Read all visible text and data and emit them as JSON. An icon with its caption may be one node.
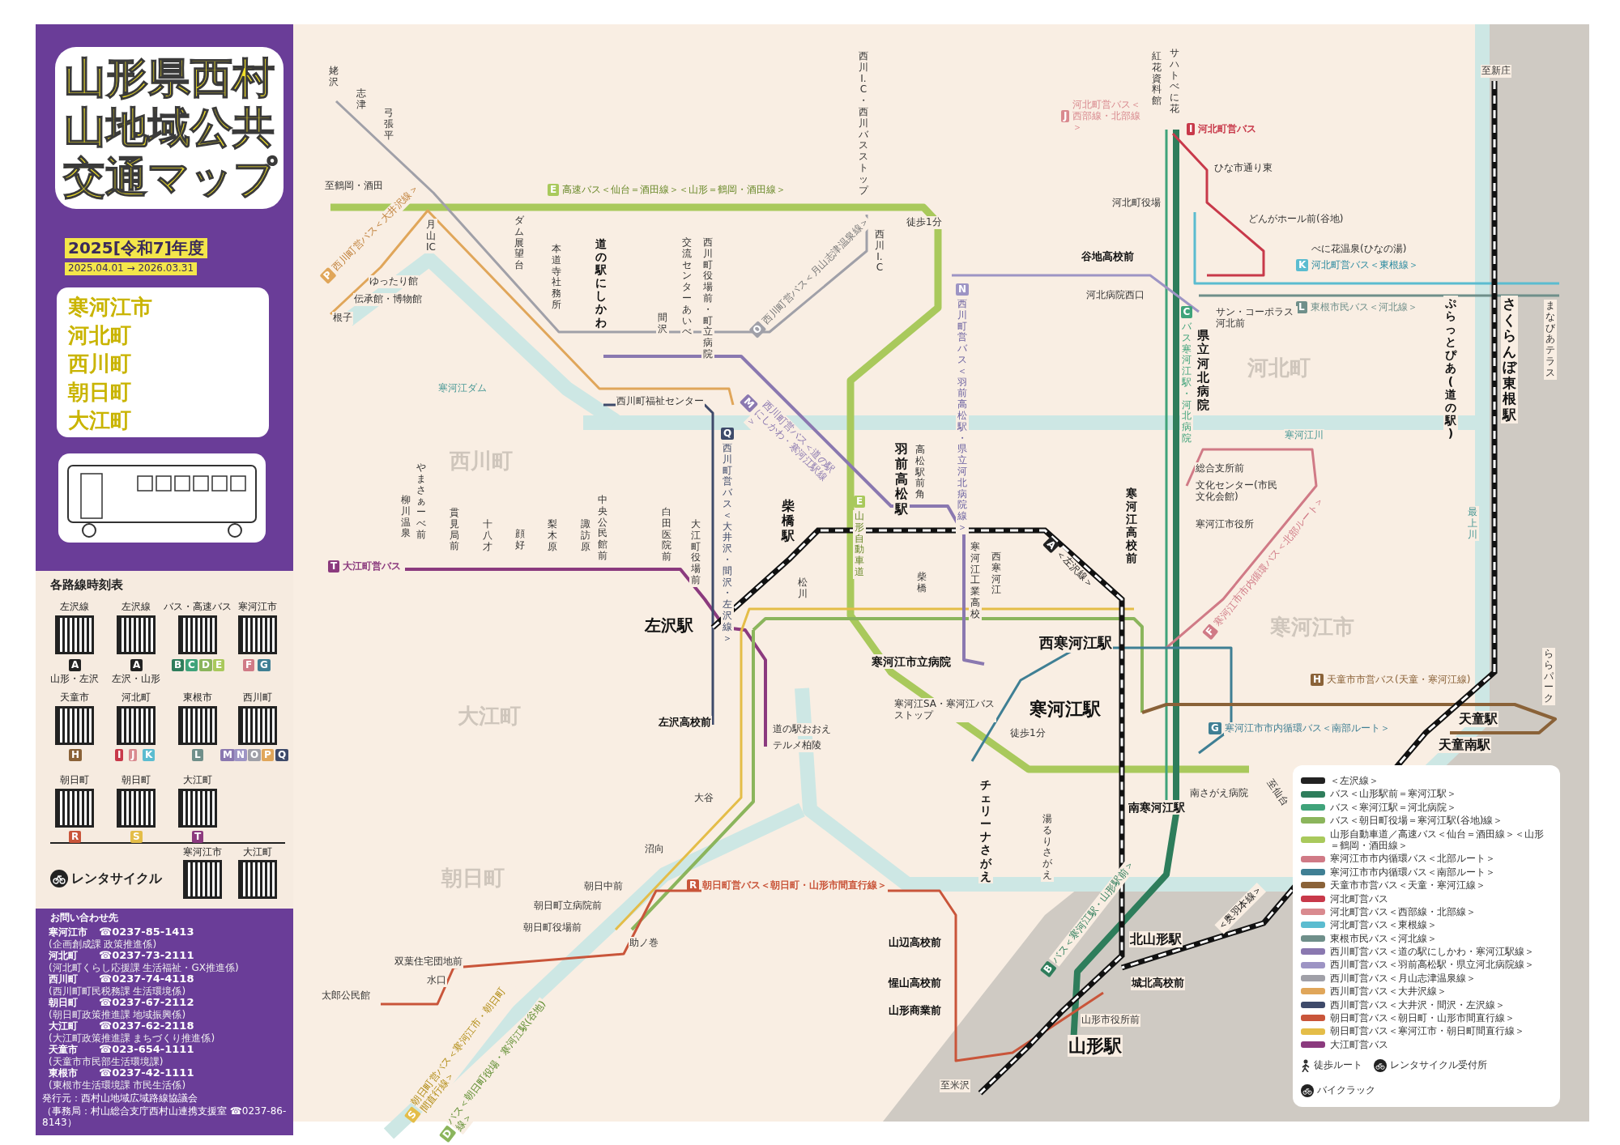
{
  "diagram": {
    "title": "山形県西村山地域公共交通マップ",
    "labels": [
      "2025[令和7]年度",
      "2025.04.01 → 2026.03.31",
      "寒河江市",
      "河北町",
      "西川町",
      "朝日町",
      "大江町",
      "各路線時刻表",
      "左沢線",
      "左沢線",
      "バス・高速バス",
      "寒河江市",
      "A",
      "山形・左沢",
      "A",
      "左沢・山形",
      "B",
      "C",
      "D",
      "E",
      "F",
      "G",
      "天童市",
      "河北町",
      "東根市",
      "西川町",
      "H",
      "I",
      "J",
      "K",
      "L",
      "M",
      "N",
      "O",
      "P",
      "Q",
      "朝日町",
      "朝日町",
      "大江町",
      "R",
      "S",
      "T",
      "レンタサイクル",
      "寒河江市",
      "大江町",
      "お問い合わせ先",
      "寒河江市",
      "☎0237-85-1413",
      "(企画創成課 政策推進係)",
      "河北町",
      "☎0237-73-2111",
      "(河北町くらし応援課 生活福祉・GX推進係)",
      "西川町",
      "☎0237-74-4118",
      "(西川町町民税務課 生活環境係)",
      "朝日町",
      "☎0237-67-2112",
      "(朝日町政策推進課 地域振興係)",
      "大江町",
      "☎0237-62-2118",
      "(大江町政策推進課 まちづくり推進係)",
      "天童市",
      "☎023-654-1111",
      "(天童市市民部生活環境課)",
      "東根市",
      "☎0237-42-1111",
      "(東根市生活環境課 市民生活係)",
      "発行元：西村山地域広域路線協議会",
      "（事務局：村山総合支庁西村山連携支援室 ☎0237-86-8143）",
      "姥沢",
      "志津",
      "弓張平",
      "至鶴岡・酒田",
      "E",
      "高速バス＜仙台＝酒田線＞＜山形＝鶴岡・酒田線＞",
      "西川I.C・西川バスストップ",
      "徒歩1分",
      "西川I.C",
      "P",
      "西川町営バス＜大井沢線＞",
      "月山IC",
      "ゆったり館",
      "伝承館・博物館",
      "根子",
      "ダム展望台",
      "本道寺社務所",
      "道の駅にしかわ",
      "間沢",
      "交流センターあいべ",
      "西川町役場前・町立病院",
      "O",
      "西川町営バス＜月山志津温泉線＞",
      "寒河江ダム",
      "西川町福祉センター",
      "M",
      "西川町営バス＜道の駅にしかわ・寒河江駅線＞",
      "西川町",
      "Q",
      "西川町営バス＜大井沢・間沢・左沢線＞",
      "羽前高松駅",
      "高松駅前角",
      "E",
      "山形自動車道",
      "柴橋駅",
      "T",
      "大江町営バス",
      "柳川温泉",
      "やまさぁーべ前",
      "貫見局前",
      "十八才",
      "顔好",
      "梨木原",
      "諏訪原",
      "中央公民館前",
      "白田医院前",
      "大江町役場前",
      "松川",
      "柴橋",
      "紅花資料館",
      "サハトべに花",
      "J",
      "河北町営バス＜西部線・北部線＞",
      "I",
      "河北町営バス",
      "ひな市通り東",
      "河北町役場",
      "どんがホール前(谷地)",
      "べに花温泉(ひなの湯)",
      "K",
      "河北町営バス＜東根線＞",
      "谷地高校前",
      "河北病院西口",
      "L",
      "東根市民バス＜河北線＞",
      "サン・コーポラス河北前",
      "県立河北病院",
      "C",
      "バス寒河江駅・河北病院",
      "N",
      "西川町営バス＜羽前高松駅・県立河北病院線＞",
      "河北町",
      "ぷらっとぴあ(道の駅)",
      "さくらんぼ東根駅",
      "至新庄",
      "まなびあテラス",
      "寒河江川",
      "最上川",
      "総合支所前",
      "文化センター(市民文化会館)",
      "寒河江市役所",
      "F",
      "寒河江市市内循環バス＜北部ルート＞",
      "寒河江高校前",
      "A",
      "＜左沢線＞",
      "寒河江工業高校",
      "西寒河江",
      "左沢駅",
      "寒河江市",
      "寒河江市立病院",
      "大江町",
      "左沢高校前",
      "道の駅おおえ",
      "テルメ柏陵",
      "寒河江SA・寒河江バスストップ",
      "大谷",
      "沼向",
      "朝日町",
      "朝日中前",
      "朝日町立病院前",
      "朝日町役場前",
      "助ノ巻",
      "双葉住宅団地前",
      "水口",
      "太郎公民館",
      "R",
      "朝日町営バス＜朝日町・山形市間直行線＞",
      "S",
      "朝日町営バス＜寒河江市・朝日町間直行線＞",
      "D",
      "バス＜朝日町役場・寒河江駅(谷地)線＞",
      "山辺高校前",
      "惺山高校前",
      "山形商業前",
      "西寒河江駅",
      "寒河江駅",
      "H",
      "天童市市営バス(天童・寒河江線)",
      "G",
      "寒河江市市内循環バス＜南部ルート＞",
      "徒歩1分",
      "チェリーナさがえ",
      "湯るりさがえ",
      "南さがえ病院",
      "至仙台",
      "南寒河江駅",
      "B",
      "バス＜寒河江駅・山形駅前＞",
      "＜奥羽本線＞",
      "北山形駅",
      "城北高校前",
      "山形市役所前",
      "山形駅",
      "至米沢",
      "天童駅",
      "天童南駅",
      "ららパーク"
    ],
    "legend": [
      {
        "text": "＜左沢線＞",
        "color": "#222222"
      },
      {
        "text": "バス＜山形駅前＝寒河江駅＞",
        "color": "#2e7d5b"
      },
      {
        "text": "バス＜寒河江駅＝河北病院＞",
        "color": "#3fa37a"
      },
      {
        "text": "バス＜朝日町役場＝寒河江駅(谷地)線＞",
        "color": "#8bb55c"
      },
      {
        "text": "山形自動車道／高速バス＜仙台＝酒田線＞＜山形＝鶴岡・酒田線＞",
        "color": "#a9c95c"
      },
      {
        "text": "寒河江市市内循環バス＜北部ルート＞",
        "color": "#d07a86"
      },
      {
        "text": "寒河江市市内循環バス＜南部ルート＞",
        "color": "#3f7f94"
      },
      {
        "text": "天童市市営バス＜天童・寒河江線＞",
        "color": "#8a6238"
      },
      {
        "text": "河北町営バス",
        "color": "#c8394a"
      },
      {
        "text": "河北町営バス＜西部線・北部線＞",
        "color": "#d98a8f"
      },
      {
        "text": "河北町営バス＜東根線＞",
        "color": "#5bbcd0"
      },
      {
        "text": "東根市民バス＜河北線＞",
        "color": "#6f8f8a"
      },
      {
        "text": "西川町営バス＜道の駅にしかわ・寒河江駅線＞",
        "color": "#8a78b0"
      },
      {
        "text": "西川町営バス＜羽前高松駅・県立河北病院線＞",
        "color": "#9d94c4"
      },
      {
        "text": "西川町営バス＜月山志津温泉線＞",
        "color": "#a0a0a8"
      },
      {
        "text": "西川町営バス＜大井沢線＞",
        "color": "#e0a65a"
      },
      {
        "text": "西川町営バス＜大井沢・間沢・左沢線＞",
        "color": "#3e4a6a"
      },
      {
        "text": "朝日町営バス＜朝日町・山形市間直行線＞",
        "color": "#c9553a"
      },
      {
        "text": "朝日町営バス＜寒河江市・朝日町間直行線＞",
        "color": "#e4bd48"
      },
      {
        "text": "大江町営バス",
        "color": "#8b3a7e"
      },
      {
        "text": "徒歩ルート"
      },
      {
        "text": "レンタサイクル受付所"
      },
      {
        "text": "バイクラック"
      }
    ]
  }
}
